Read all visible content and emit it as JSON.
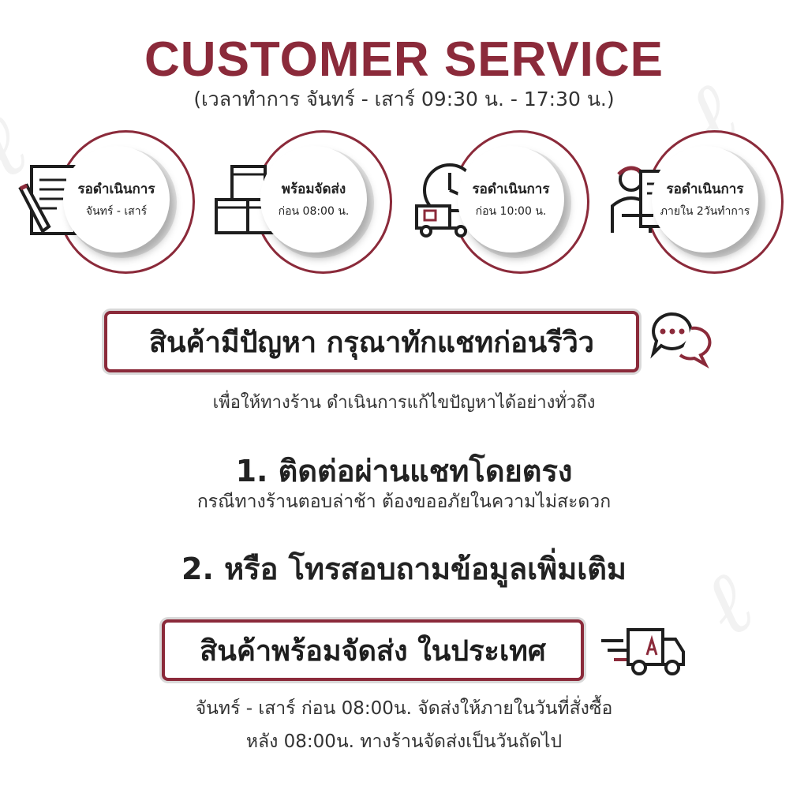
{
  "header": {
    "title": "CUSTOMER SERVICE",
    "hours": "(เวลาทำการ จันทร์ - เสาร์  09:30 น. - 17:30 น.)"
  },
  "steps": [
    {
      "line1": "รอดำเนินการ",
      "line2": "จันทร์ - เสาร์",
      "icon": "document-pen-icon"
    },
    {
      "line1": "พร้อมจัดส่ง",
      "line2": "ก่อน 08:00 น.",
      "icon": "boxes-icon"
    },
    {
      "line1": "รอดำเนินการ",
      "line2": "ก่อน 10:00 น.",
      "icon": "clock-truck-icon"
    },
    {
      "line1": "รอดำเนินการ",
      "line2": "ภายใน 2วันทำการ",
      "icon": "delivery-person-icon"
    }
  ],
  "chat_banner": {
    "text": "สินค้ามีปัญหา กรุณาทักแชทก่อนรีวิว",
    "note": "เพื่อให้ทางร้าน ดำเนินการแก้ไขปัญหาได้อย่างทั่วถึง",
    "icon": "chat-bubbles-icon"
  },
  "option1": {
    "heading": "1. ติดต่อผ่านแชทโดยตรง",
    "note": "กรณีทางร้านตอบล่าช้า ต้องขออภัยในความไม่สะดวก"
  },
  "option2": {
    "heading": "2. หรือ โทรสอบถามข้อมูลเพิ่มเติม"
  },
  "shipping_banner": {
    "text": "สินค้าพร้อมจัดส่ง ในประเทศ",
    "line1": "จันทร์ - เสาร์ ก่อน 08:00น. จัดส่งให้ภายในวันที่สั่งซื้อ",
    "line2": "หลัง 08:00น. ทางร้านจัดส่งเป็นวันถัดไป",
    "icon": "fast-truck-icon"
  },
  "colors": {
    "accent": "#8b2a3a",
    "text": "#1e1e1e"
  }
}
